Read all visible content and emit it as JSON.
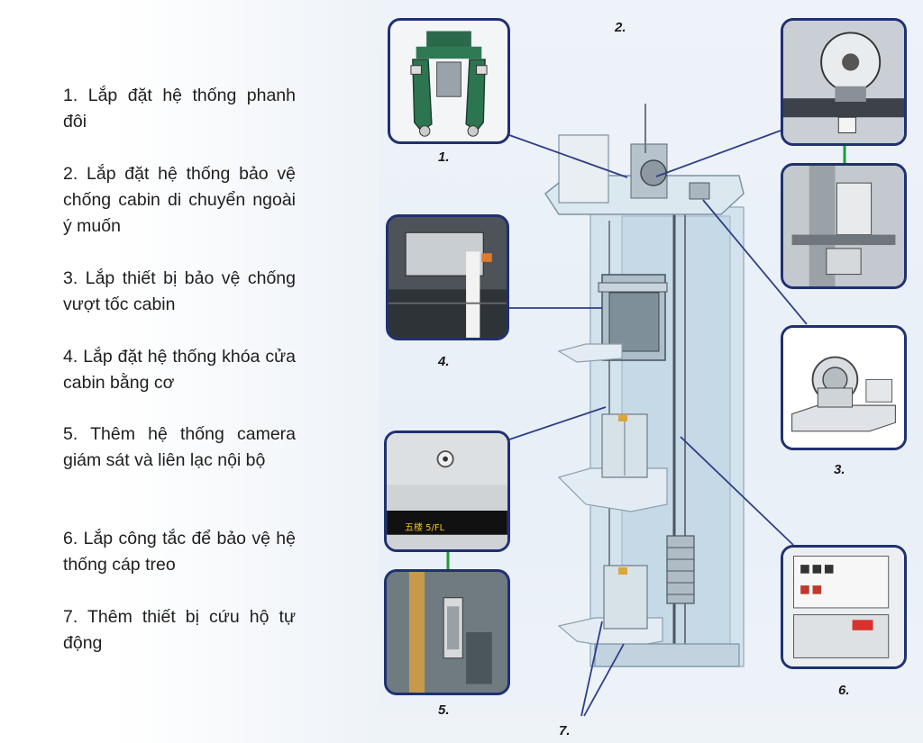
{
  "features": [
    "1. Lắp đặt hệ thống phanh đôi",
    "2. Lắp đặt hệ thống bảo vệ chống cabin di chuyển ngoài ý muốn",
    "3. Lắp thiết bị bảo vệ chống vượt tốc cabin",
    "4. Lắp đặt hệ thống khóa cửa cabin bằng cơ",
    "5. Thêm hệ thống camera giám sát và liên lạc nội bộ",
    "6. Lắp công tắc để bảo vệ hệ thống cáp treo",
    "7. Thêm thiết bị cứu hộ tự động"
  ],
  "callouts": {
    "n1": "1.",
    "n2": "2.",
    "n3": "3.",
    "n4": "4.",
    "n5": "5.",
    "n6": "6.",
    "n7": "7."
  },
  "inset5_sign": "五楼 5/FL",
  "colors": {
    "frame": "#1f3170",
    "leader": "#2e3f86",
    "connector": "#1f9a3a",
    "shaft": "#cfe0ec"
  }
}
